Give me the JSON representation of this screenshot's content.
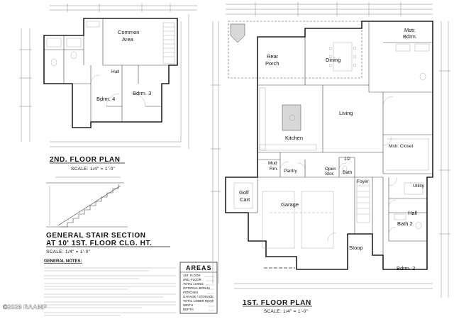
{
  "second_floor": {
    "title": "2ND. FLOOR PLAN",
    "scale": "SCALE: 1/4\" = 1'-0\"",
    "rooms": {
      "common": "Common",
      "common2": "Area",
      "hall": "Hall",
      "bdrm4": "Bdrm. 4",
      "bdrm3": "Bdrm. 3"
    }
  },
  "stair_section": {
    "title_line1": "GENERAL STAIR SECTION",
    "title_line2": "AT 10' 1ST. FLOOR CLG. HT.",
    "scale": "SCALE: 1/4\" = 1'-0\""
  },
  "general_notes": {
    "heading": "GENERAL NOTES:"
  },
  "areas": {
    "heading": "AREAS",
    "rows": [
      "1ST. FLOOR",
      "2ND. FLOOR",
      "TOTAL LIVING",
      "OPTIONAL BONUS",
      "PORCHES",
      "GARAGE / STORAGE",
      "TOTAL UNDER ROOF",
      "WIDTH",
      "DEPTH"
    ]
  },
  "first_floor": {
    "title": "1ST. FLOOR PLAN",
    "scale": "SCALE: 1/4\" = 1'-0\"",
    "rooms": {
      "rear": "Rear",
      "porch": "Porch",
      "dining": "Dining",
      "mstr1": "Mstr.",
      "mstr2": "Bdrm.",
      "living": "Living",
      "kitchen": "Kitchen",
      "mstr_closet": "Mstr. Closet",
      "mud1": "Mud",
      "mud2": "Rm.",
      "pantry": "Pantry",
      "open1": "Open",
      "open2": "Stor.",
      "half1": "1/2",
      "half2": "Bath",
      "foyer": "Foyer",
      "utility": "Utility",
      "golf1": "Golf",
      "golf2": "Cart",
      "garage": "Garage",
      "hall": "Hall",
      "bath2": "Bath 2",
      "stoop": "Stoop",
      "bdrm2": "Bdrm. 2"
    }
  },
  "watermark": "©2026 RAAMP"
}
